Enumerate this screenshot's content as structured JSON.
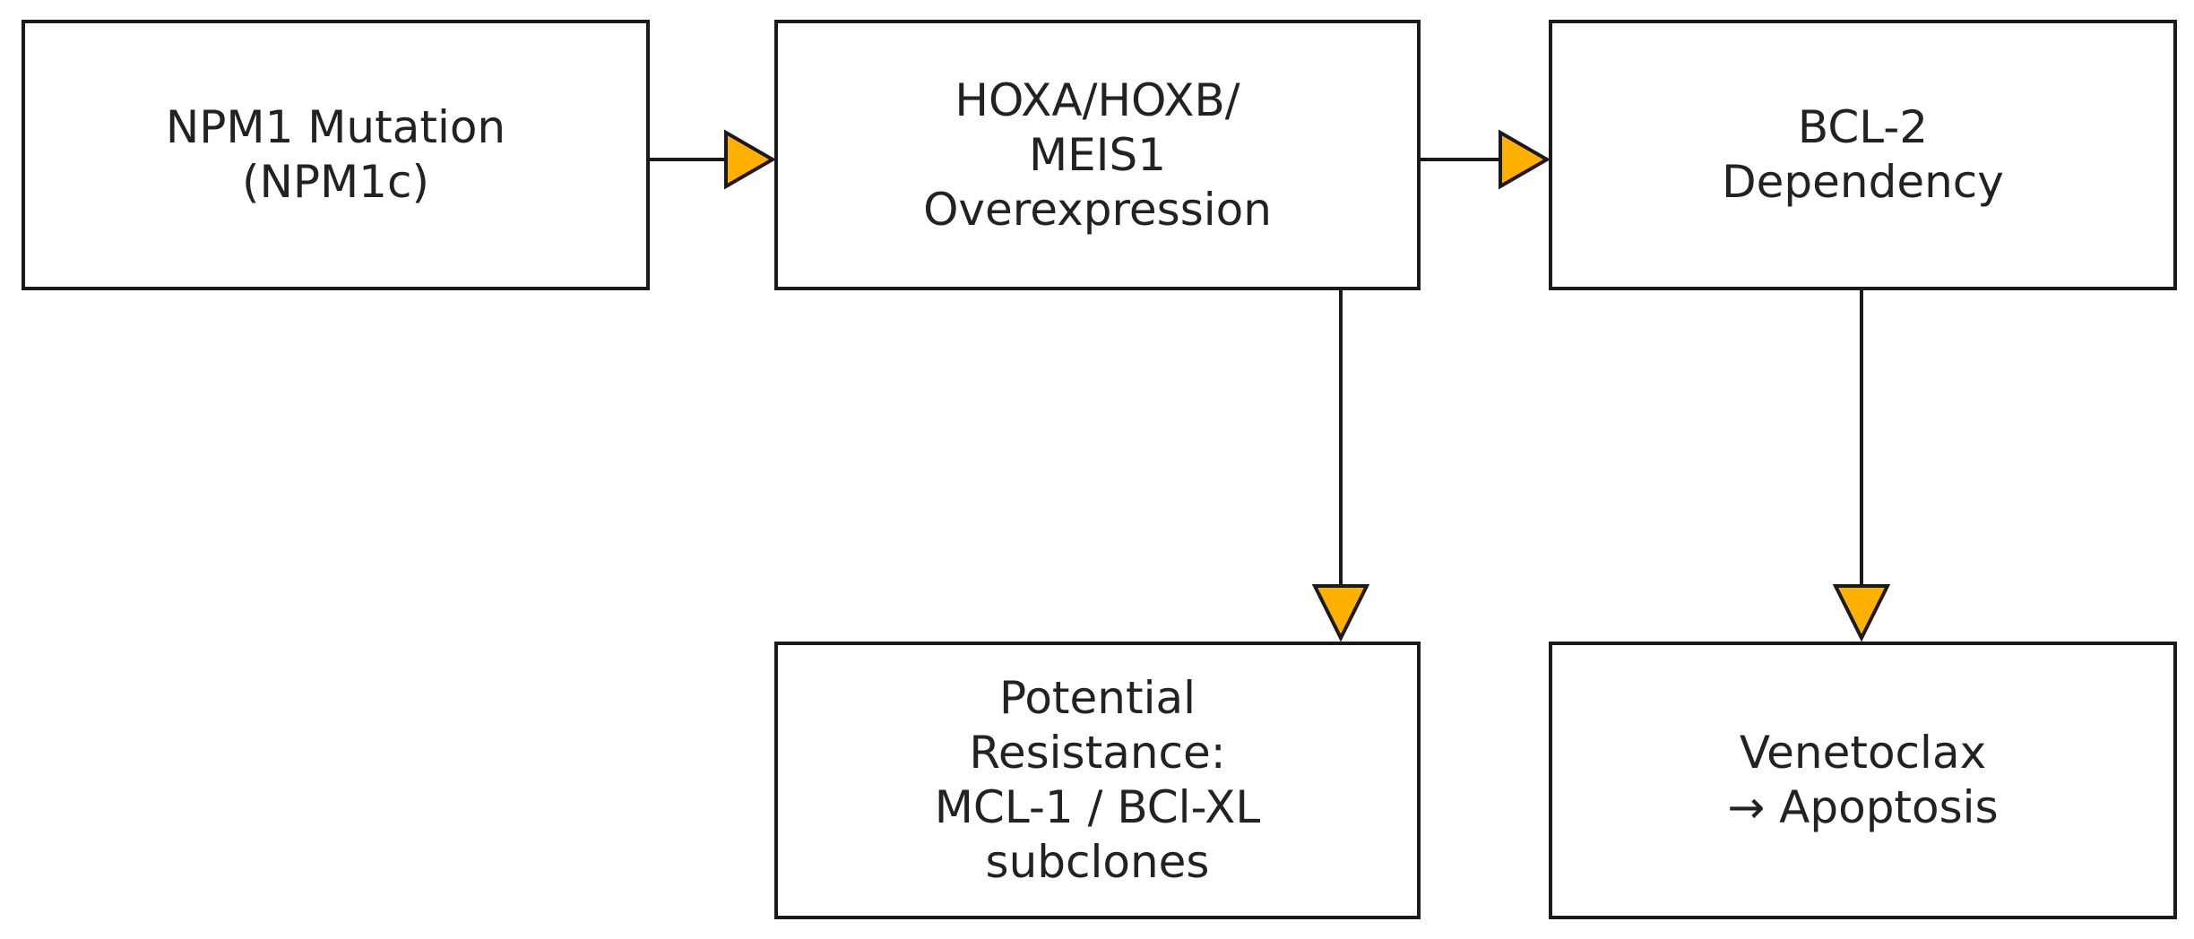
{
  "colors": {
    "arrowhead_fill": "#FFB000",
    "stroke": "#1a1a1a",
    "box_fill": "#ffffff",
    "text": "#222222"
  },
  "nodes": {
    "npm1_mutation": {
      "lines": [
        "NPM1 Mutation",
        "(NPM1c)"
      ]
    },
    "hox_overexpression": {
      "lines": [
        "HOXA/HOXB/",
        "MEIS1",
        "Overexpression"
      ]
    },
    "bcl2_dependency": {
      "lines": [
        "BCL-2",
        "Dependency"
      ]
    },
    "potential_resistance": {
      "lines": [
        "Potential",
        "Resistance:",
        "MCL-1 / BCl-XL",
        "subclones"
      ]
    },
    "venetoclax_apoptosis": {
      "lines": [
        "Venetoclax",
        "→ Apoptosis"
      ]
    }
  },
  "edges": [
    {
      "from": "npm1_mutation",
      "to": "hox_overexpression"
    },
    {
      "from": "hox_overexpression",
      "to": "bcl2_dependency"
    },
    {
      "from": "hox_overexpression",
      "to": "potential_resistance"
    },
    {
      "from": "bcl2_dependency",
      "to": "venetoclax_apoptosis"
    }
  ]
}
